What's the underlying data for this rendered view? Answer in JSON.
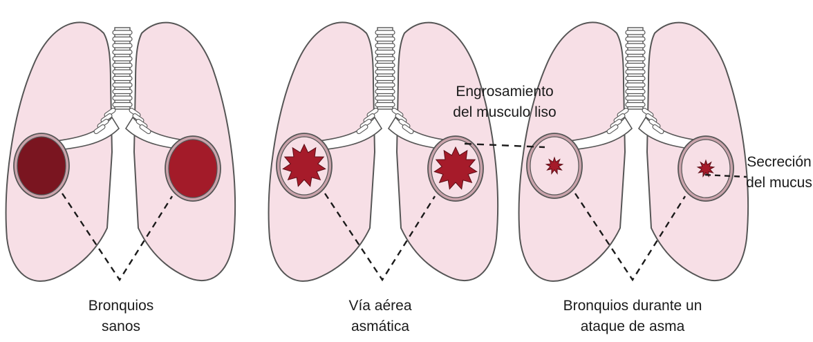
{
  "diagram": {
    "panels": [
      {
        "id": "healthy",
        "caption_lines": [
          "Bronquios",
          "sanos"
        ],
        "airway_state": "healthy"
      },
      {
        "id": "asthmatic",
        "caption_lines": [
          "Vía aérea",
          "asmática"
        ],
        "airway_state": "inflamed"
      },
      {
        "id": "attack",
        "caption_lines": [
          "Bronquios durante un",
          "ataque de asma"
        ],
        "airway_state": "constricted"
      }
    ],
    "annotations": {
      "smooth_muscle": [
        "Engrosamiento",
        "del musculo liso"
      ],
      "mucus": [
        "Secreción",
        "del mucus"
      ]
    },
    "colors": {
      "lung_fill": "#f7dfe6",
      "lung_stroke": "#555555",
      "airway_fill": "#ffffff",
      "ring_fill": "#c9a3ab",
      "healthy_left": "#7a1520",
      "healthy_right": "#a31b29",
      "inflamed": "#a61b2a",
      "trachea_fill": "#ffffff",
      "dash": "#1a1a1a"
    }
  }
}
